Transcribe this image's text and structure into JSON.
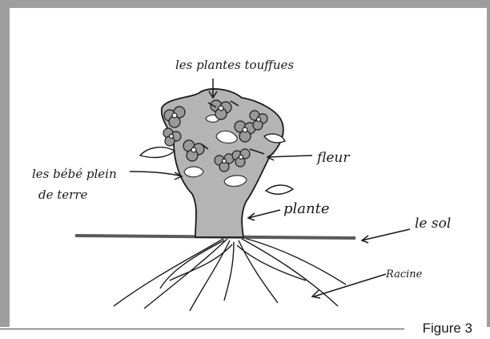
{
  "figure": {
    "caption": "Figure 3",
    "labels": {
      "top": "les plantes touffues",
      "fleur": "fleur",
      "bebe_line1": "les bébé plein",
      "bebe_line2": "de terre",
      "plante": "plante",
      "sol": "le sol",
      "racine": "Racine"
    }
  },
  "colors": {
    "ink": "#1a1a1a",
    "plant_fill": "#b4b4b4",
    "ground_line": "#5a5a5a",
    "frame_shadow": "#9e9e9e"
  }
}
